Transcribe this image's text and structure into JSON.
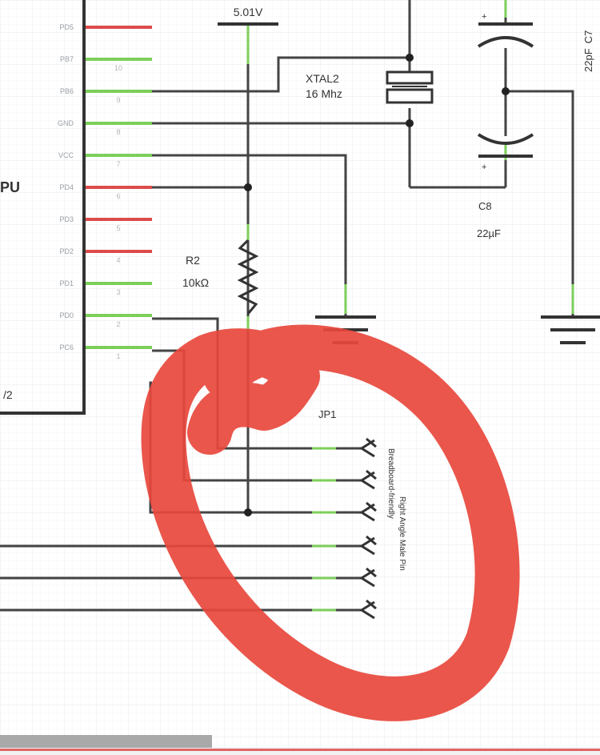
{
  "schematic": {
    "title_fragment": "PU",
    "chip_bottom_fragment": "/2",
    "pins": [
      {
        "label": "PD4",
        "num": "",
        "state": "red"
      },
      {
        "label": "PD5",
        "num": "",
        "state": "red"
      },
      {
        "label": "PB7",
        "num": "10",
        "state": "green"
      },
      {
        "label": "PB6",
        "num": "9",
        "state": "green"
      },
      {
        "label": "GND",
        "num": "8",
        "state": "green"
      },
      {
        "label": "VCC",
        "num": "7",
        "state": "green"
      },
      {
        "label": "PD4",
        "num": "6",
        "state": "red"
      },
      {
        "label": "PD3",
        "num": "5",
        "state": "red"
      },
      {
        "label": "PD2",
        "num": "4",
        "state": "red"
      },
      {
        "label": "PD1",
        "num": "3",
        "state": "green"
      },
      {
        "label": "PD0",
        "num": "2",
        "state": "green"
      },
      {
        "label": "PC6",
        "num": "1",
        "state": "green"
      }
    ],
    "power_label": "5.01V",
    "crystal": {
      "name": "XTAL2",
      "value": "16 Mhz"
    },
    "resistor": {
      "name": "R2",
      "value": "10kΩ"
    },
    "cap_top": {
      "name": "C7",
      "value": "22pF"
    },
    "cap_bottom": {
      "name": "C8",
      "value": "22µF"
    },
    "header": {
      "name": "JP1",
      "side_text_1": "Breadboard-friendly",
      "side_text_2": "Right Angle Male Pin"
    },
    "colors": {
      "wire": "#444444",
      "pin_green": "#7ccf5a",
      "pin_red": "#dd4b4b",
      "annotation": "#e8483c",
      "grid": "#e3e8ee"
    }
  }
}
